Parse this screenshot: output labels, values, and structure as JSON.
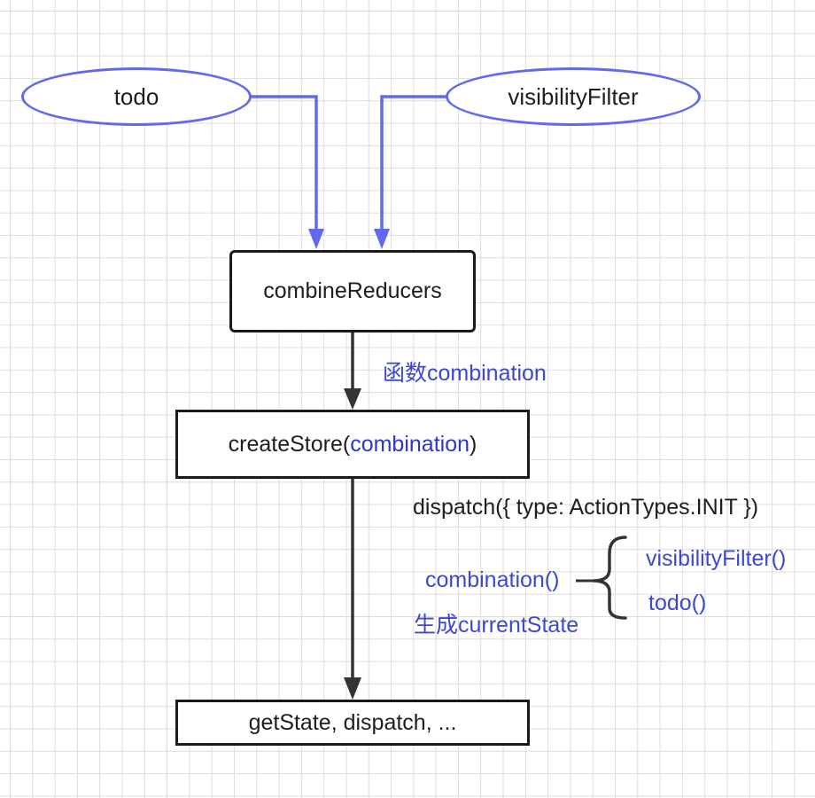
{
  "nodes": {
    "todo": "todo",
    "visibility_filter": "visibilityFilter",
    "combine_reducers": "combineReducers",
    "create_store_prefix": "createStore(",
    "create_store_arg": "combination",
    "create_store_suffix": ")",
    "get_state": "getState, dispatch, ..."
  },
  "labels": {
    "combination_fn": "函数combination",
    "dispatch_init": "dispatch({ type: ActionTypes.INIT })",
    "combination_call": "combination()",
    "generate_state": "生成currentState",
    "visibility_filter_call": "visibilityFilter()",
    "todo_call": "todo()"
  },
  "colors": {
    "ellipse_border": "#6169f0",
    "blue_arrow": "#6169f0",
    "black_arrow": "#333333",
    "blue_text": "#3e47d2",
    "grid": "#dcdcdc"
  }
}
